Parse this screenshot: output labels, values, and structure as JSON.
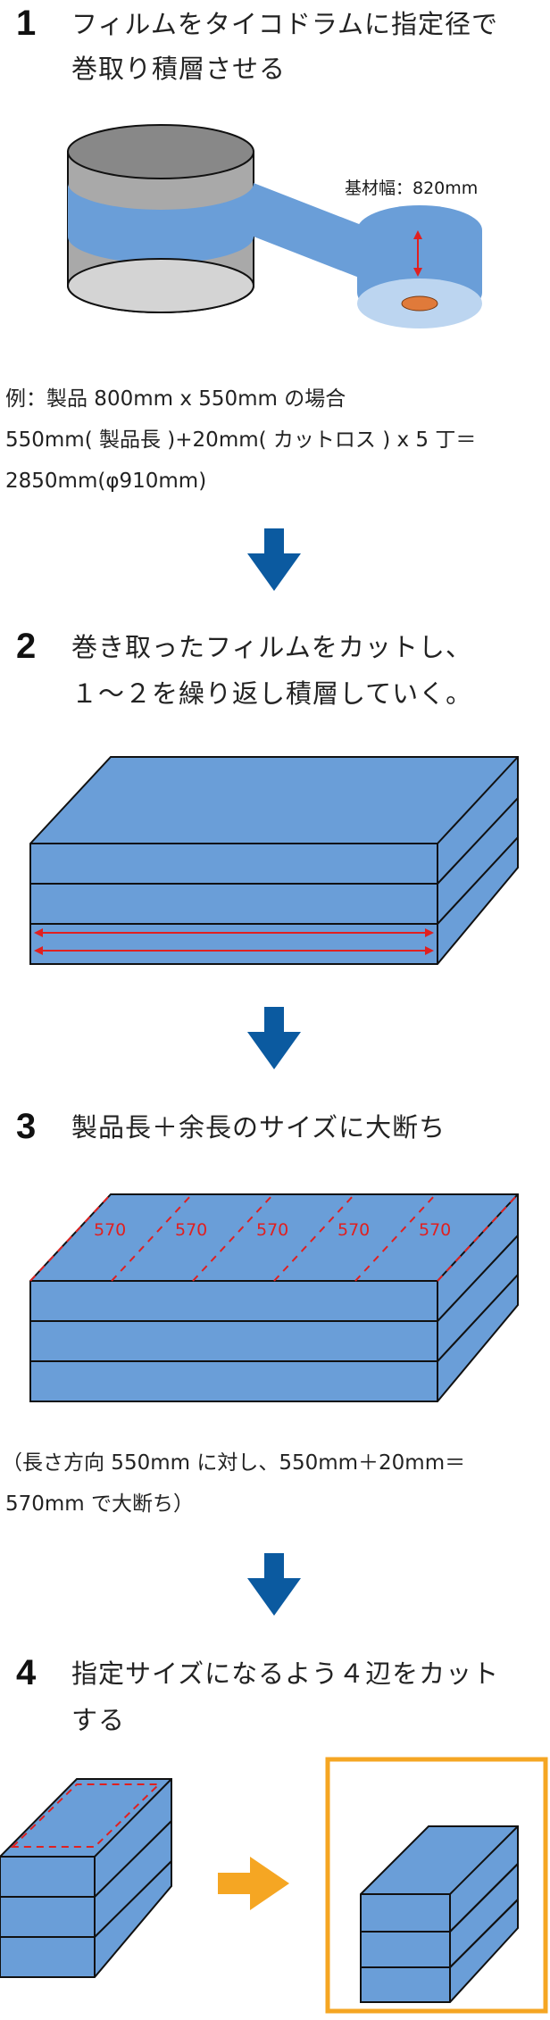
{
  "steps": [
    {
      "number": "1",
      "title_line1": "フィルムをタイコドラムに指定径で",
      "title_line2": "巻取り積層させる"
    },
    {
      "number": "2",
      "title_line1": "巻き取ったフィルムをカットし、",
      "title_line2": "１～２を繰り返し積層していく。"
    },
    {
      "number": "3",
      "title_line1": "製品長＋余長のサイズに大断ち"
    },
    {
      "number": "4",
      "title_line1": "指定サイズになるよう４辺をカット",
      "title_line2": "する"
    }
  ],
  "step1": {
    "width_label": "基材幅：820mm",
    "example_line1": "例：製品 800mm x 550mm の場合",
    "example_line2": "550mm( 製品長 )+20mm( カットロス ) x 5 丁＝",
    "example_line3": "2850mm(φ910mm)"
  },
  "step3": {
    "segment_labels": [
      "570",
      "570",
      "570",
      "570",
      "570"
    ],
    "note_line1": "（長さ方向 550mm に対し、550mm＋20mm＝",
    "note_line2": "570mm で大断ち）"
  },
  "colors": {
    "film_blue": "#6a9ed8",
    "drum_gray": "#a9a9a9",
    "arrow_blue": "#0b5aa0",
    "cut_red": "#e02020",
    "highlight_orange": "#f5a623",
    "core_orange": "#e07a3a"
  },
  "icons": [
    "down-arrow-icon",
    "right-arrow-icon"
  ]
}
